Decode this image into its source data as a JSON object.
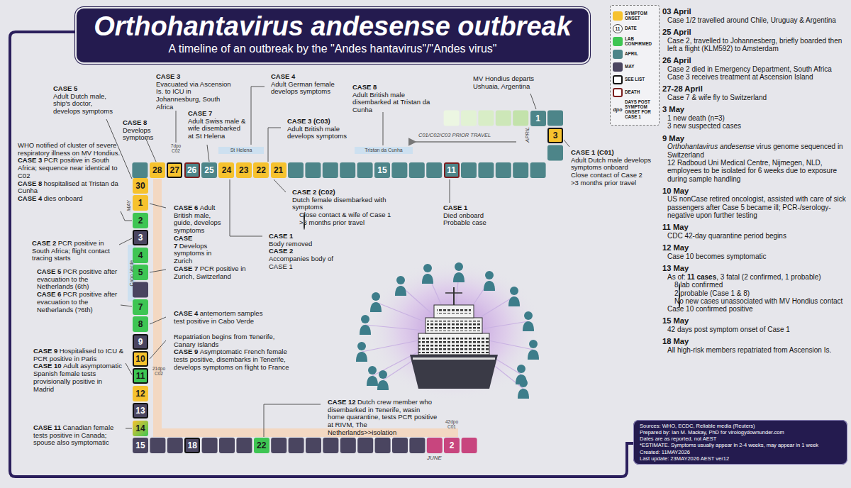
{
  "diagram": {
    "title": "Orthohantavirus andesense outbreak",
    "caption": "A timeline of an outbreak by the \"Andes hantavirus\"/\"Andes virus\"",
    "nodes": [
      {
        "text": [
          "28"
        ]
      },
      {
        "text": [
          "27"
        ]
      },
      {
        "text": [
          "26"
        ]
      },
      {
        "text": [
          "25"
        ]
      },
      {
        "text": [
          "24"
        ]
      },
      {
        "text": [
          "23"
        ]
      },
      {
        "text": [
          "22"
        ]
      },
      {
        "text": [
          "21"
        ]
      },
      {
        "text": [
          "15"
        ]
      },
      {
        "text": [
          "11"
        ]
      },
      {
        "text": [
          "1"
        ]
      },
      {
        "text": [
          "3"
        ]
      },
      {
        "text": [
          "30"
        ]
      },
      {
        "text": [
          "1"
        ]
      },
      {
        "text": [
          "2"
        ]
      },
      {
        "text": [
          "3"
        ]
      },
      {
        "text": [
          "4"
        ]
      },
      {
        "text": [
          "5"
        ]
      },
      {
        "text": [
          "7"
        ]
      },
      {
        "text": [
          "8"
        ]
      },
      {
        "text": [
          "9"
        ]
      },
      {
        "text": [
          "10"
        ]
      },
      {
        "text": [
          "11"
        ]
      },
      {
        "text": [
          "12"
        ]
      },
      {
        "text": [
          "13"
        ]
      },
      {
        "text": [
          "14"
        ]
      },
      {
        "text": [
          "15"
        ]
      },
      {
        "text": [
          "18"
        ]
      },
      {
        "text": [
          "22"
        ]
      },
      {
        "text": [
          "2"
        ]
      },
      {
        "text": [
          "Sources: WHO, ECDC, Reliable media (Reuters)",
          "Prepared by: Ian M. Mackay, PhD for virologydownunder.com",
          "Dates are as reported, not AEST",
          "*ESTIMATE. Symptoms usually appear in 2-4 weeks, may appear in 1 week",
          "Created: 11MAY2026",
          "Last update: 23MAY2026 AEST ver12"
        ]
      }
    ],
    "labels": [
      "11",
      "dpo",
      "APRIL",
      "MAY",
      "JUNE",
      "Cabo Verde",
      "St Helena",
      "Tristan da Cunha",
      "7dpo C02",
      "21dpo C02",
      "42dpo C01",
      "C01/C02/C03 PRIOR TRAVEL",
      "WHO notified of cluster of severe respiratory illness on MV Hondius.",
      "CASE 3",
      "PCR positive in South Africa; sequence near identical to C02",
      "CASE 8",
      "hospitalised at Tristan da Cunha",
      "CASE 4",
      "dies onboard",
      "CASE 5",
      "Adult Dutch male, ship's doctor, develops symptoms",
      "CASE 8",
      "Develops symptoms",
      "CASE 3",
      "Evacuated via Ascension Is. to ICU in Johannesburg, South Africa",
      "CASE 7",
      "Adult Swiss male & wife disembarked at St Helena",
      "CASE 4",
      "Adult German female develops symptoms",
      "CASE 3 (C03)",
      "Adult British male develops symptoms",
      "CASE 8",
      "Adult British male disembarked at Tristan da Cunha",
      "MV Hondius departs Ushuaia, Argentina",
      "CASE 1 (C01)",
      "Adult Dutch male develops symptoms onboard",
      "Close contact of Case 2",
      ">3 months prior travel",
      "CASE 2 (C02)",
      "Dutch female disembarked with symptoms",
      "Close contact & wife of Case 1",
      ">3 months prior travel",
      "CASE 1",
      "Body removed",
      "CASE 2",
      "Accompanies body of CASE 1",
      "CASE 1",
      "Died onboard",
      "Probable case",
      "CASE 6",
      "Adult British male, guide, develops symptoms",
      "CASE 7",
      "Develops symptoms in Zurich",
      "CASE 2",
      "PCR positive in South Africa; flight contact tracing starts",
      "CASE 7",
      "PCR positive in Zurich, Switzerland",
      "CASE 5",
      "PCR positive after evacuation to the Netherlands (6th)",
      "CASE 6",
      "PCR positive after evacuation to the Netherlands (?6th)",
      "CASE 4",
      "antemortem samples test positive in Cabo Verde",
      "CASE 9",
      "Hospitalised to ICU & PCR positive in Paris",
      "CASE 10",
      "Adult asymptomatic Spanish female tests provisionally positive in Madrid",
      "Repatriation begins from Tenerife, Canary Islands",
      "CASE 9",
      "Asymptomatic French female tests positive, disembarks in Tenerife, develops symptoms on flight to France",
      "CASE 11",
      "Canadian female tests positive in Canada; spouse also symptomatic",
      "CASE 12",
      "Dutch crew member who disembarked in Tenerife, wasin home quarantine, tests PCR positive at RIVM, The Netherlands>>isolation",
      "03 April",
      "Case 1/2 travelled around Chile, Uruguay & Argentina",
      "25 April",
      "Case 2, travelled to Johannesberg, briefly boarded then left a flight (KLM592) to Amsterdam",
      "26 April",
      "Case 2 died in Emergency Department, South Africa",
      "Case 3 receives treatment at Ascension Island",
      "27-28 April",
      "Case 7 & wife fly to Switzerland",
      "3 May",
      "1 new death (n=3)",
      "3 new suspected cases",
      "9 May",
      "Orthohantavirus andesense",
      "virus genome sequenced in Switzerland",
      "12 Radboud Uni Medical Centre, Nijmegen, NLD, employees to be isolated for 6 weeks due to exposure during sample handling",
      "10 May",
      "US nonCase retired oncologist, assisted with care of sick passengers after Case 5 became ill; PCR-/serology-negative upon further testing",
      "11 May",
      "CDC 42-day quarantine period begins",
      "12 May",
      "Case 10 becomes symptomatic",
      "13 May",
      "As of:",
      "11 cases",
      ", 3 fatal (2 confirmed, 1 probable)",
      "8 lab confirmed",
      "2 probable (Case 1 & 8)",
      "No new cases unassociated with MV Hondius contact",
      "Case 10 confirmed positive",
      "15 May",
      "42 days post symptom onset of Case 1",
      "18 May",
      "All high-risk members repatriated from Ascension Is."
    ],
    "legend": [
      {
        "text": "SYMPTOM ONSET",
        "color": "#f6c22e"
      },
      {
        "text": "DATE"
      },
      {
        "text": "LAB CONFIRMED",
        "color": "#3ec553"
      },
      {
        "text": "APRIL",
        "color": "#4d8589"
      },
      {
        "text": "MAY",
        "color": "#4a4560"
      },
      {
        "text": "SEE LIST"
      },
      {
        "text": "DEATH"
      },
      {
        "text": "DAYS POST SYMPTOM ONSET FOR CASE 1"
      }
    ]
  }
}
